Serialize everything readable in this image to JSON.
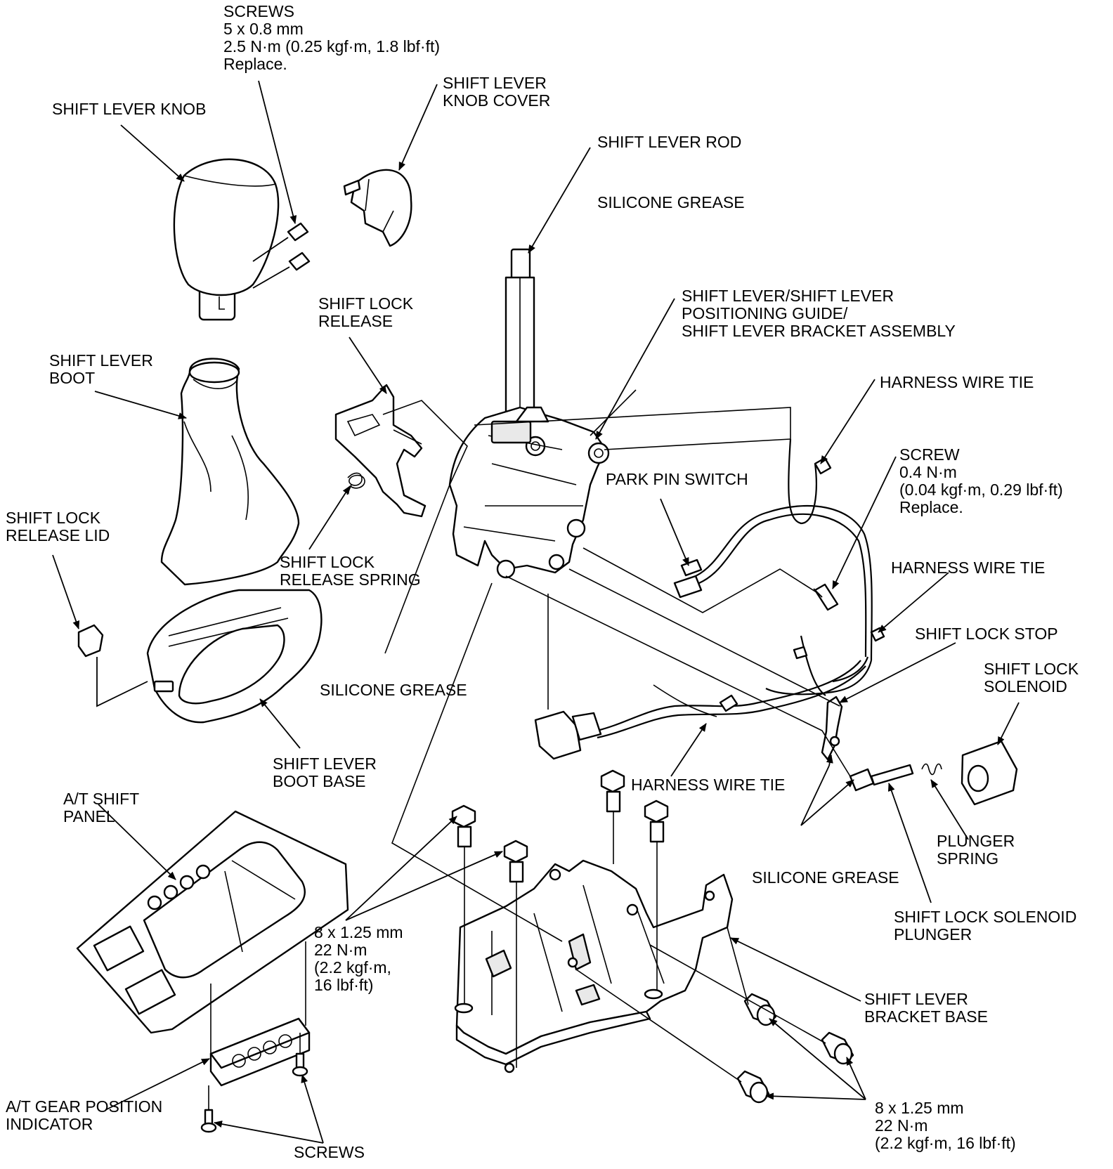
{
  "labels": {
    "screws_top": [
      "SCREWS",
      "5 x 0.8 mm",
      "2.5 N·m (0.25 kgf·m, 1.8 lbf·ft)",
      "Replace."
    ],
    "knob_cover": [
      "SHIFT LEVER",
      "KNOB COVER"
    ],
    "knob": [
      "SHIFT LEVER KNOB"
    ],
    "rod": [
      "SHIFT LEVER ROD"
    ],
    "grease_top": [
      "SILICONE GREASE"
    ],
    "lock_release": [
      "SHIFT LOCK",
      "RELEASE"
    ],
    "bracket_assembly": [
      "SHIFT LEVER/SHIFT LEVER",
      "POSITIONING GUIDE/",
      "SHIFT LEVER BRACKET ASSEMBLY"
    ],
    "boot": [
      "SHIFT LEVER",
      "BOOT"
    ],
    "wire_tie_1": [
      "HARNESS WIRE TIE"
    ],
    "screw_right": [
      "SCREW",
      "0.4 N·m",
      "(0.04 kgf·m, 0.29 lbf·ft)",
      "Replace."
    ],
    "park_pin_switch": [
      "PARK PIN SWITCH"
    ],
    "release_lid": [
      "SHIFT LOCK",
      "RELEASE LID"
    ],
    "release_spring": [
      "SHIFT LOCK",
      "RELEASE SPRING"
    ],
    "wire_tie_2": [
      "HARNESS WIRE TIE"
    ],
    "lock_stop": [
      "SHIFT LOCK STOP"
    ],
    "solenoid": [
      "SHIFT LOCK",
      "SOLENOID"
    ],
    "grease_mid": [
      "SILICONE GREASE"
    ],
    "boot_base": [
      "SHIFT LEVER",
      "BOOT BASE"
    ],
    "wire_tie_3": [
      "HARNESS WIRE TIE"
    ],
    "at_panel": [
      "A/T SHIFT",
      "PANEL"
    ],
    "plunger_spring": [
      "PLUNGER",
      "SPRING"
    ],
    "grease_low": [
      "SILICONE GREASE"
    ],
    "solenoid_plunger": [
      "SHIFT LOCK SOLENOID",
      "PLUNGER"
    ],
    "bolts_left": [
      "8 x 1.25 mm",
      "22 N·m",
      "(2.2 kgf·m,",
      "16 lbf·ft)"
    ],
    "bracket_base": [
      "SHIFT LEVER",
      "BRACKET BASE"
    ],
    "gear_indicator": [
      "A/T GEAR POSITION",
      "INDICATOR"
    ],
    "bolts_right": [
      "8 x 1.25 mm",
      "22 N·m",
      "(2.2 kgf·m, 16 lbf·ft)"
    ],
    "screws_bottom": [
      "SCREWS"
    ]
  }
}
